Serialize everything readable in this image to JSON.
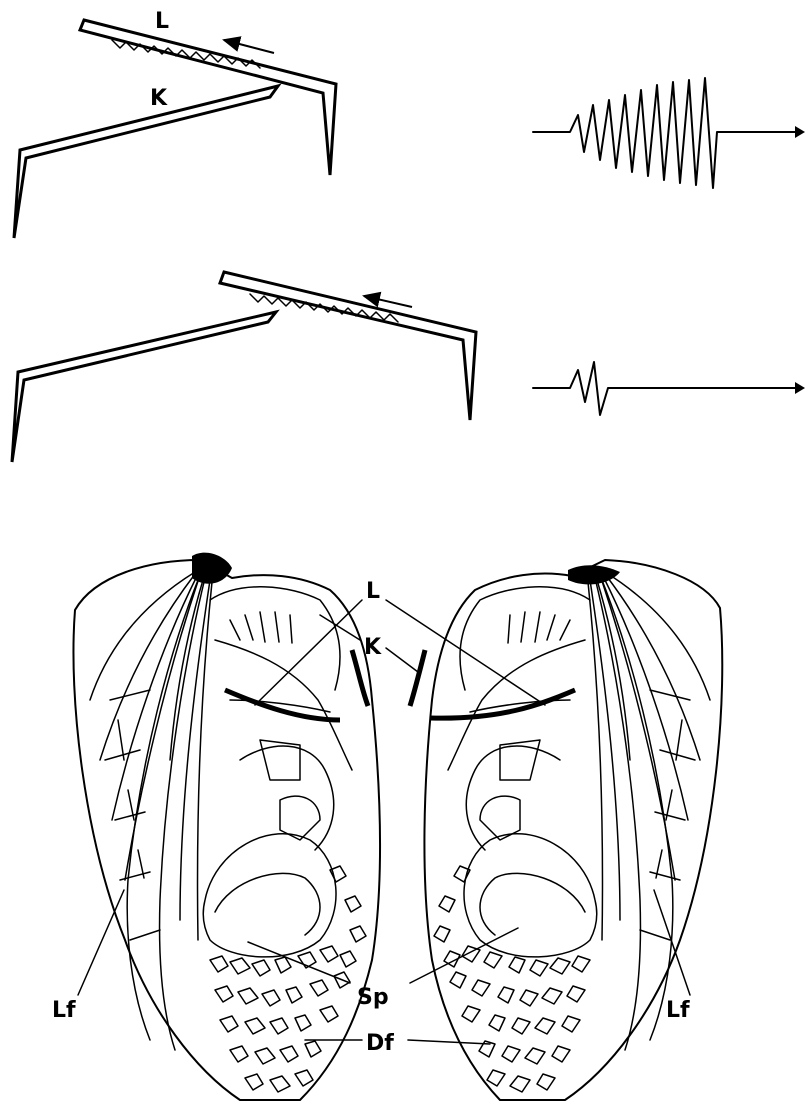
{
  "labels": {
    "top_L": "L",
    "top_K": "K",
    "wing_L": "L",
    "wing_K": "K",
    "sp": "Sp",
    "df": "Df",
    "lf_left": "Lf",
    "lf_right": "Lf"
  },
  "waveforms": {
    "top": "long pulse (many teeth engaged)",
    "middle": "short pulse (few teeth engaged)"
  },
  "colors": {
    "ink": "#000000",
    "paper": "#ffffff"
  }
}
